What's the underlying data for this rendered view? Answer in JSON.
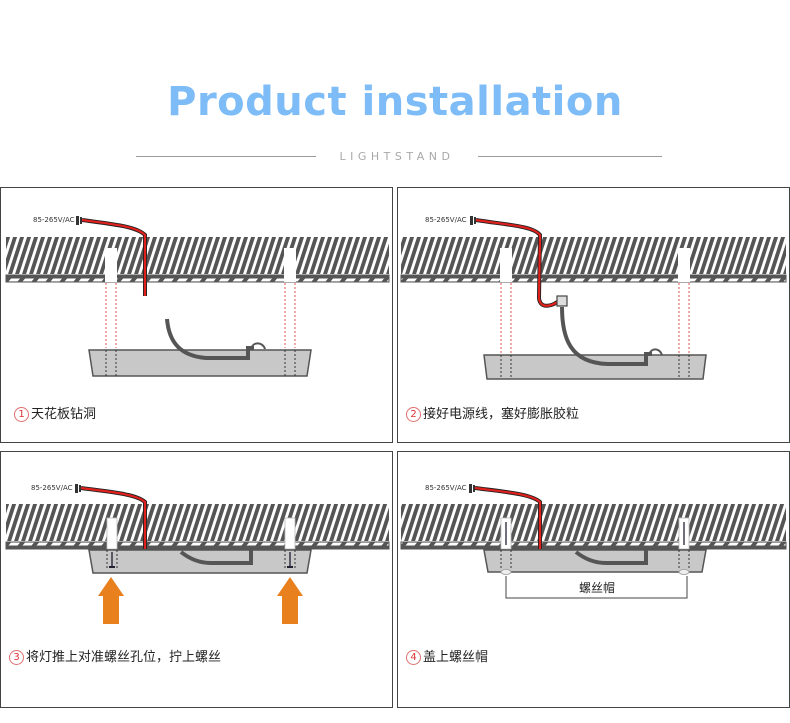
{
  "header": {
    "title": "Product installation",
    "subtitle": "LIGHTSTAND"
  },
  "colors": {
    "title": "#7dbcf7",
    "wire_red": "#e0201c",
    "arrow_orange": "#e8801e",
    "ceiling_dark": "#555555",
    "fixture_gray": "#c8c8c8"
  },
  "steps": [
    {
      "number": "1",
      "caption": "天花板钻洞",
      "voltage_label": "85-265V/AC"
    },
    {
      "number": "2",
      "caption": "接好电源线，塞好膨胀胶粒",
      "voltage_label": "85-265V/AC"
    },
    {
      "number": "3",
      "caption": "将灯推上对准螺丝孔位，拧上螺丝",
      "voltage_label": "85-265V/AC"
    },
    {
      "number": "4",
      "caption": "盖上螺丝帽",
      "voltage_label": "85-265V/AC",
      "callout": "螺丝帽"
    }
  ]
}
